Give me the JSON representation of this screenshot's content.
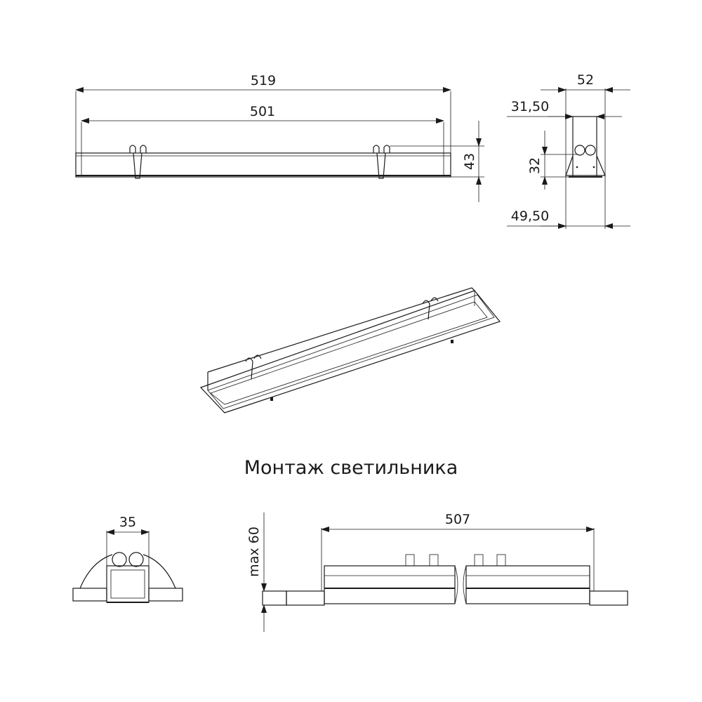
{
  "front_view": {
    "overall_length": "519",
    "inner_length": "501",
    "height": "43"
  },
  "side_view": {
    "width": "52",
    "inner_width": "31,50",
    "height": "32",
    "bottom_width": "49,50"
  },
  "caption": "Монтаж светильника",
  "section_view": {
    "cutout_width": "35",
    "max_depth": "max 60"
  },
  "install_view": {
    "cutout_length": "507"
  }
}
